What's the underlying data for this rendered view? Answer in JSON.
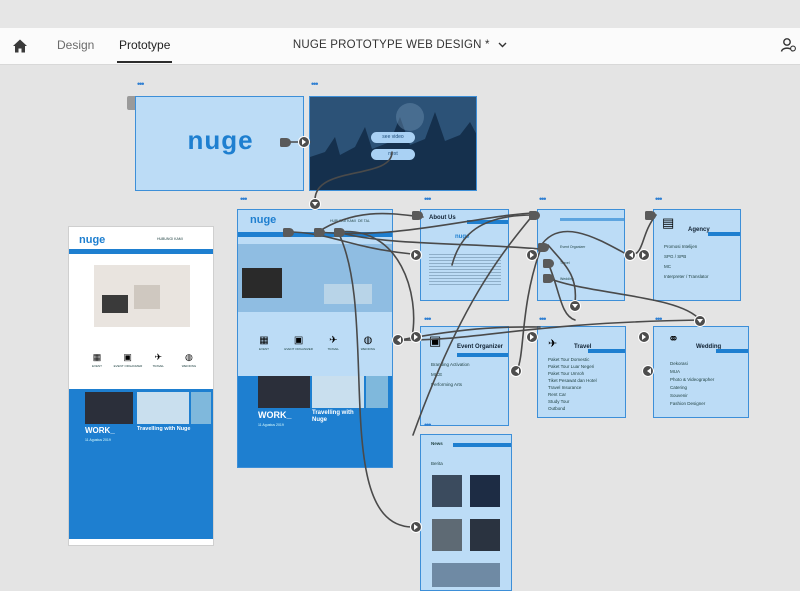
{
  "app": {
    "tabs": [
      {
        "label": "Design"
      },
      {
        "label": "Prototype"
      }
    ],
    "document_title": "NUGE PROTOTYPE WEB DESIGN *"
  },
  "colors": {
    "accent": "#2f7fd2",
    "artboard": "#bcdcf6",
    "wire": "#4a4a4a",
    "brand": "#1e7fd0"
  },
  "icons": {
    "home": "home-icon",
    "dropdown": "chevron-down-icon",
    "user": "user-icon"
  },
  "artboards": {
    "splash": {
      "logo": "nuge"
    },
    "video": {
      "see_video": "see video",
      "next": "next"
    },
    "home": {
      "logo": "nuge",
      "nav_right": "HUBUNGI KAMI",
      "nav_extra": "DE TAL",
      "work_title": "WORK_",
      "travel_title": "Travelling with Nuge",
      "date": "11 Agustus 2019",
      "services": [
        "EVENT",
        "EVENT ORGANIZER",
        "TRAVEL",
        "WEDDING"
      ]
    },
    "preview": {
      "logo": "nuge",
      "nav_right": "HUBUNGI KAMI",
      "work_title": "WORK_",
      "travel_title": "Travelling with Nuge",
      "date": "11 Agustus 2019",
      "services": [
        "EVENT",
        "EVENT ORGANIZER",
        "TRAVEL",
        "WEDDING"
      ]
    },
    "about": {
      "heading": "About Us",
      "logo": "nuge"
    },
    "event": {
      "heading": "Event Organizer",
      "items": [
        "Branding Activation",
        "MICE",
        "Performing Arts"
      ]
    },
    "travel": {
      "heading": "Travel",
      "items": [
        "Paket Tour Domestic",
        "Paket Tour Luar Negeri",
        "Paket Tour Umroh",
        "Tiket Pesawat dan Hotel",
        "Travel Insurance",
        "Rent Car",
        "Study Tour",
        "Outbond"
      ]
    },
    "agency": {
      "heading": "Agency",
      "items": [
        "Promosi Intelijen",
        "SPG / SPB",
        "MC",
        "Interpreter / Translator"
      ]
    },
    "wedding": {
      "heading": "Wedding",
      "items": [
        "Dekorasi",
        "MUA",
        "Photo & Videographer",
        "Catering",
        "Souvenir",
        "Fashion Designer"
      ]
    },
    "news": {
      "heading": "News",
      "sub": "Berita"
    }
  }
}
